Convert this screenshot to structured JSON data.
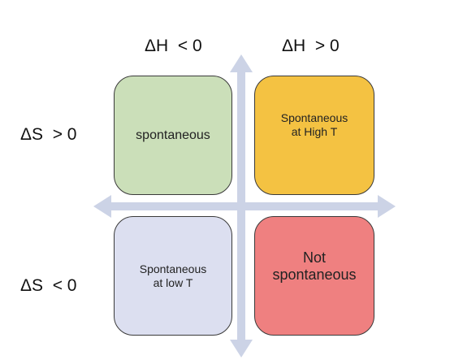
{
  "column_headers": [
    "ΔH  < 0",
    "ΔH  > 0"
  ],
  "row_headers": [
    "ΔS  > 0",
    "ΔS  < 0"
  ],
  "quadrants": {
    "top_left": {
      "text": "spontaneous",
      "color": "#cbdfb9"
    },
    "top_right": {
      "text": "Spontaneous\nat High T",
      "color": "#f4c242"
    },
    "bottom_left": {
      "text": "Spontaneous\nat low T",
      "color": "#dcdff0"
    },
    "bottom_right": {
      "text": "Not\nspontaneous",
      "color": "#ef8080"
    }
  },
  "axis_color": "#ccd3e6"
}
